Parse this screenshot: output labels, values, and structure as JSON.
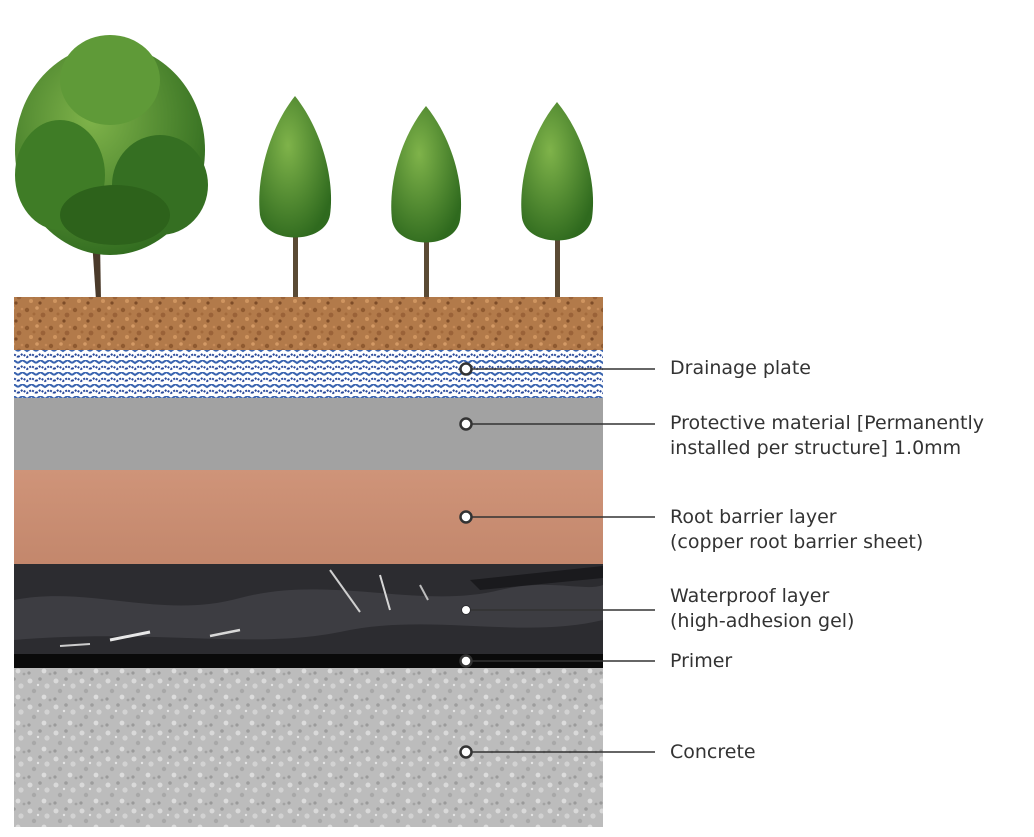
{
  "layers": [
    {
      "id": "soil",
      "name": "",
      "color": "#b07848"
    },
    {
      "id": "drainage",
      "name": "Drainage plate",
      "color": "#3a64b0"
    },
    {
      "id": "protective",
      "name": "Protective material [Permanently installed per structure] 1.0mm",
      "color": "#a2a2a2"
    },
    {
      "id": "root-barrier",
      "name": "Root barrier layer (copper root barrier sheet)",
      "color": "#c98c72"
    },
    {
      "id": "waterproof",
      "name": "Waterproof layer (high-adhesion gel)",
      "color": "#2c2c30"
    },
    {
      "id": "primer",
      "name": "Primer",
      "color": "#0a0a0a"
    },
    {
      "id": "concrete",
      "name": "Concrete",
      "color": "#b9b9b9"
    }
  ],
  "labels": {
    "drainage": [
      "Drainage plate"
    ],
    "protective": [
      "Protective material [Permanently",
      "installed per structure] 1.0mm"
    ],
    "root_barrier": [
      "Root barrier layer",
      "(copper root barrier sheet)"
    ],
    "waterproof": [
      "Waterproof layer",
      "(high-adhesion gel)"
    ],
    "primer": [
      "Primer"
    ],
    "concrete": [
      "Concrete"
    ]
  },
  "icons": {
    "trees": [
      "broadleaf-tree-icon",
      "conifer-tree-icon",
      "conifer-tree-icon",
      "conifer-tree-icon"
    ],
    "marker": "callout-dot-icon"
  }
}
